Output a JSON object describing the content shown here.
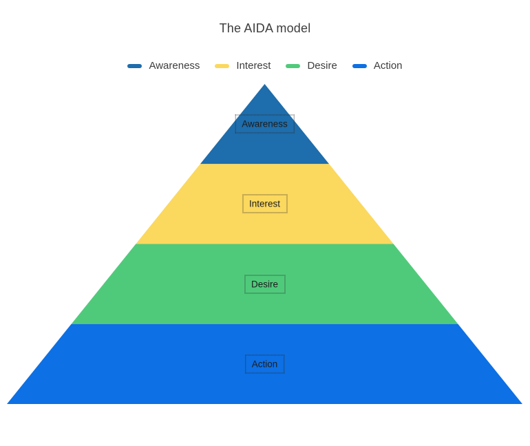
{
  "chart_data": {
    "type": "pyramid",
    "title": "The AIDA model",
    "categories": [
      "Awareness",
      "Interest",
      "Desire",
      "Action"
    ],
    "values": [
      1,
      1,
      1,
      1
    ],
    "value_note": "no numeric values shown; four equal-height stacked segments, apex at top",
    "colors": [
      "#1e6dac",
      "#fbd85e",
      "#4fca7b",
      "#0d70e4"
    ],
    "legend_entries": [
      "Awareness",
      "Interest",
      "Desire",
      "Action"
    ],
    "legend_position": "top",
    "text_color": "#3d3d3d",
    "background_color": "#ffffff"
  }
}
